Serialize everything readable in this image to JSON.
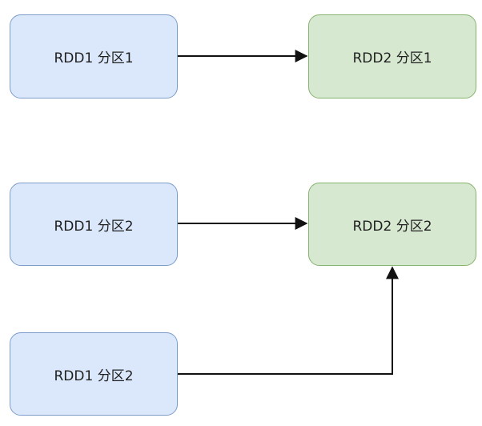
{
  "diagram": {
    "nodes": [
      {
        "id": "rdd1-p1",
        "label": "RDD1 分区1",
        "color": "#dbe8fb"
      },
      {
        "id": "rdd2-p1",
        "label": "RDD2 分区1",
        "color": "#d7e8d0"
      },
      {
        "id": "rdd1-p2a",
        "label": "RDD1 分区2",
        "color": "#dbe8fb"
      },
      {
        "id": "rdd2-p2",
        "label": "RDD2 分区2",
        "color": "#d7e8d0"
      },
      {
        "id": "rdd1-p2b",
        "label": "RDD1 分区2",
        "color": "#dbe8fb"
      }
    ],
    "edges": [
      {
        "from": "rdd1-p1",
        "to": "rdd2-p1"
      },
      {
        "from": "rdd1-p2a",
        "to": "rdd2-p2"
      },
      {
        "from": "rdd1-p2b",
        "to": "rdd2-p2"
      }
    ]
  }
}
